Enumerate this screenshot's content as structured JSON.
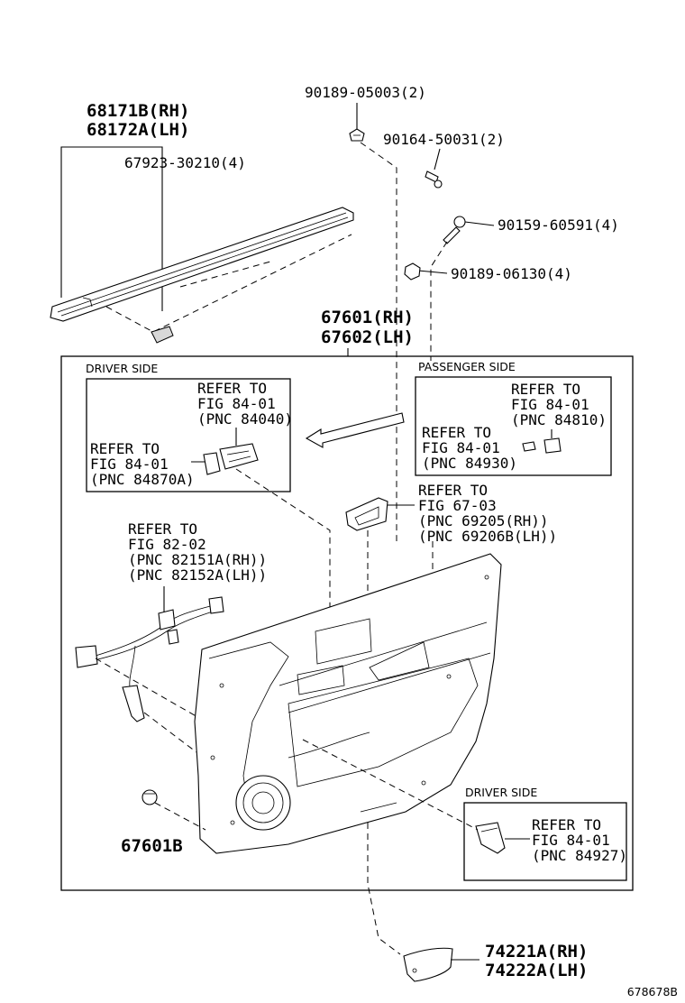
{
  "parts": {
    "clip_top": "90189-05003(2)",
    "screw_top": "90164-50031(2)",
    "bolt": "90159-60591(4)",
    "nut": "90189-06130(4)",
    "weatherstrip_rh": "68171B(RH)",
    "weatherstrip_lh": "68172A(LH)",
    "weatherstrip_clip": "67923-30210(4)",
    "panel_rh": "67601(RH)",
    "panel_lh": "67602(LH)",
    "fastener": "67601B",
    "cover_rh": "74221A(RH)",
    "cover_lh": "74222A(LH)"
  },
  "callouts": {
    "driver_side_label": "DRIVER SIDE",
    "passenger_side_label": "PASSENGER SIDE",
    "driver_side_label_2": "DRIVER SIDE",
    "refer_84040": [
      "REFER TO",
      "FIG 84-01",
      "(PNC 84040)"
    ],
    "refer_84870a": [
      "REFER TO",
      "FIG 84-01",
      "(PNC 84870A)"
    ],
    "refer_84810": [
      "REFER TO",
      "FIG 84-01",
      "(PNC 84810)"
    ],
    "refer_84930": [
      "REFER TO",
      "FIG 84-01",
      "(PNC 84930)"
    ],
    "refer_67_03": [
      "REFER TO",
      "FIG 67-03",
      "(PNC 69205(RH))",
      "(PNC 69206B(LH))"
    ],
    "refer_82_02": [
      "REFER TO",
      "FIG 82-02",
      "(PNC 82151A(RH))",
      "(PNC 82152A(LH))"
    ],
    "refer_84927": [
      "REFER TO",
      "FIG 84-01",
      "(PNC 84927)"
    ]
  },
  "figure_id": "678678B"
}
